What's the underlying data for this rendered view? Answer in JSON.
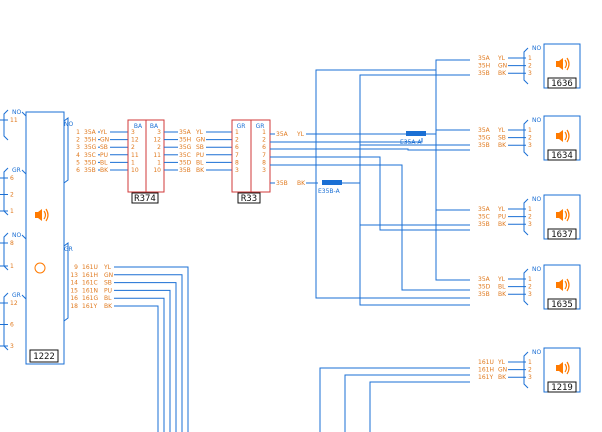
{
  "ecu": {
    "ref": "1222",
    "conn_top": "NO",
    "conn_bottom": "GR",
    "pins_top": [
      {
        "pin": "1",
        "circuit": "35A",
        "color": "YL"
      },
      {
        "pin": "2",
        "circuit": "35H",
        "color": "GN"
      },
      {
        "pin": "3",
        "circuit": "35G",
        "color": "SB"
      },
      {
        "pin": "4",
        "circuit": "35C",
        "color": "PU"
      },
      {
        "pin": "5",
        "circuit": "35D",
        "color": "BL"
      },
      {
        "pin": "6",
        "circuit": "35B",
        "color": "BK"
      }
    ],
    "pins_bottom": [
      {
        "pin": "9",
        "circuit": "161U",
        "color": "YL"
      },
      {
        "pin": "13",
        "circuit": "161H",
        "color": "GN"
      },
      {
        "pin": "14",
        "circuit": "161C",
        "color": "SB"
      },
      {
        "pin": "15",
        "circuit": "161N",
        "color": "PU"
      },
      {
        "pin": "16",
        "circuit": "161G",
        "color": "BL"
      },
      {
        "pin": "18",
        "circuit": "161Y",
        "color": "BK"
      }
    ],
    "left_groups": [
      {
        "name": "NO",
        "pins": [
          "11"
        ]
      },
      {
        "name": "GR",
        "pins": [
          "6",
          "2",
          "1"
        ]
      },
      {
        "name": "NO",
        "pins": [
          "8",
          "1"
        ]
      },
      {
        "name": "GR",
        "pins": [
          "12",
          "6",
          "3"
        ]
      }
    ]
  },
  "inline_r374": {
    "ref": "R374",
    "left_label": "BA",
    "right_label": "BA",
    "left_pins": [
      "3",
      "12",
      "2",
      "11",
      "1",
      "10"
    ],
    "right_pins": [
      "3",
      "12",
      "2",
      "11",
      "1",
      "10"
    ],
    "wires_out": [
      {
        "circuit": "35A",
        "color": "YL"
      },
      {
        "circuit": "35H",
        "color": "GN"
      },
      {
        "circuit": "35G",
        "color": "SB"
      },
      {
        "circuit": "35C",
        "color": "PU"
      },
      {
        "circuit": "35D",
        "color": "BL"
      },
      {
        "circuit": "35B",
        "color": "BK"
      }
    ]
  },
  "inline_r33": {
    "ref": "R33",
    "left_label": "GR",
    "right_label": "GR",
    "left_pins": [
      "1",
      "2",
      "6",
      "7",
      "8",
      "3"
    ],
    "right_pins": [
      "1",
      "2",
      "6",
      "7",
      "8",
      "3"
    ],
    "wire_a": {
      "circuit": "35A",
      "color": "YL"
    },
    "wire_b": {
      "circuit": "35B",
      "color": "BK"
    }
  },
  "splices": [
    {
      "ref": "E35A-A"
    },
    {
      "ref": "E35B-A"
    }
  ],
  "speakers": [
    {
      "ref": "1636",
      "conn": "NO",
      "pins": [
        "1",
        "2",
        "3"
      ],
      "wires": [
        {
          "circuit": "35A",
          "color": "YL"
        },
        {
          "circuit": "35H",
          "color": "GN"
        },
        {
          "circuit": "35B",
          "color": "BK"
        }
      ]
    },
    {
      "ref": "1634",
      "conn": "NO",
      "pins": [
        "1",
        "2",
        "3"
      ],
      "wires": [
        {
          "circuit": "35A",
          "color": "YL"
        },
        {
          "circuit": "35G",
          "color": "SB"
        },
        {
          "circuit": "35B",
          "color": "BK"
        }
      ]
    },
    {
      "ref": "1637",
      "conn": "NO",
      "pins": [
        "1",
        "2",
        "3"
      ],
      "wires": [
        {
          "circuit": "35A",
          "color": "YL"
        },
        {
          "circuit": "35C",
          "color": "PU"
        },
        {
          "circuit": "35B",
          "color": "BK"
        }
      ]
    },
    {
      "ref": "1635",
      "conn": "NO",
      "pins": [
        "1",
        "2",
        "3"
      ],
      "wires": [
        {
          "circuit": "35A",
          "color": "YL"
        },
        {
          "circuit": "35D",
          "color": "BL"
        },
        {
          "circuit": "35B",
          "color": "BK"
        }
      ]
    },
    {
      "ref": "1219",
      "conn": "NO",
      "pins": [
        "1",
        "2",
        "3"
      ],
      "wires": [
        {
          "circuit": "161U",
          "color": "YL"
        },
        {
          "circuit": "161H",
          "color": "GN"
        },
        {
          "circuit": "161Y",
          "color": "BK"
        }
      ]
    }
  ]
}
